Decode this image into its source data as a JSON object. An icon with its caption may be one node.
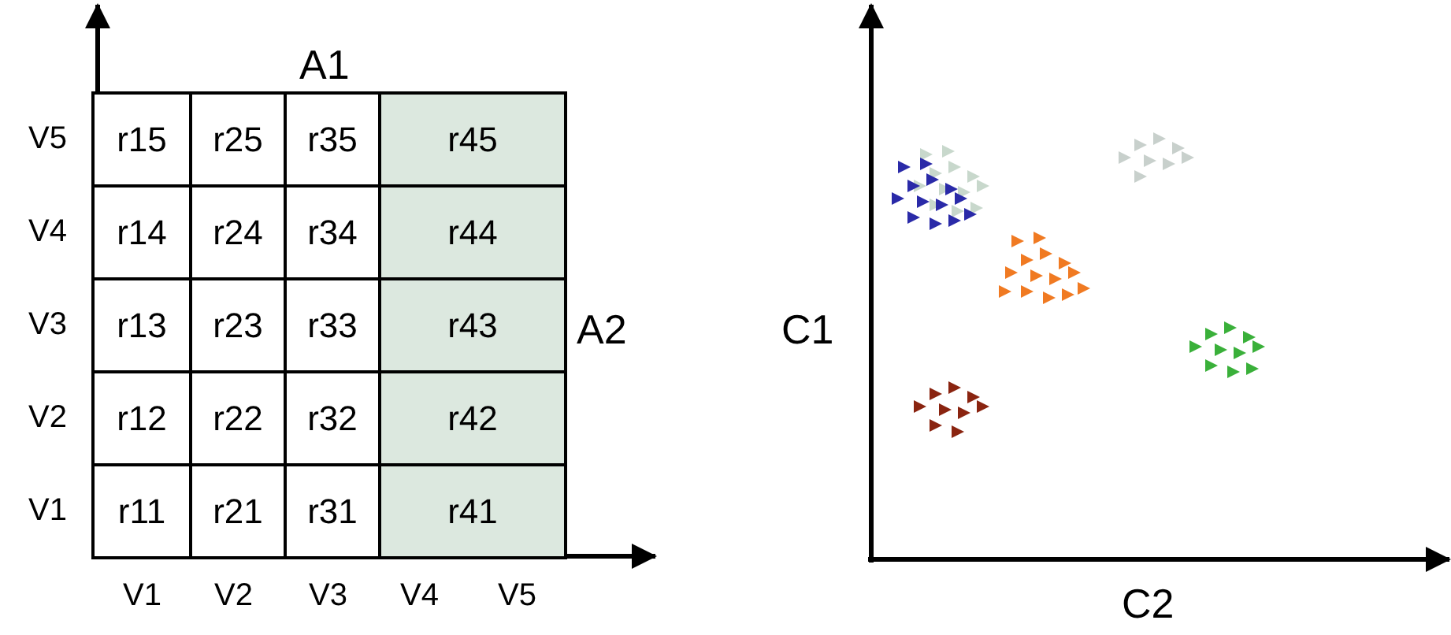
{
  "diagram": {
    "labels": [
      "A1",
      "V5",
      "r15",
      "r25",
      "r35",
      "r45",
      "V4",
      "r14",
      "r24",
      "r34",
      "r44",
      "V3",
      "r13",
      "r23",
      "r33",
      "r43",
      "A2",
      "V2",
      "r12",
      "r22",
      "r32",
      "r42",
      "V1",
      "r11",
      "r21",
      "r31",
      "r41",
      "V1",
      "V2",
      "V3",
      "V4",
      "V5",
      "C1",
      "C2"
    ]
  }
}
